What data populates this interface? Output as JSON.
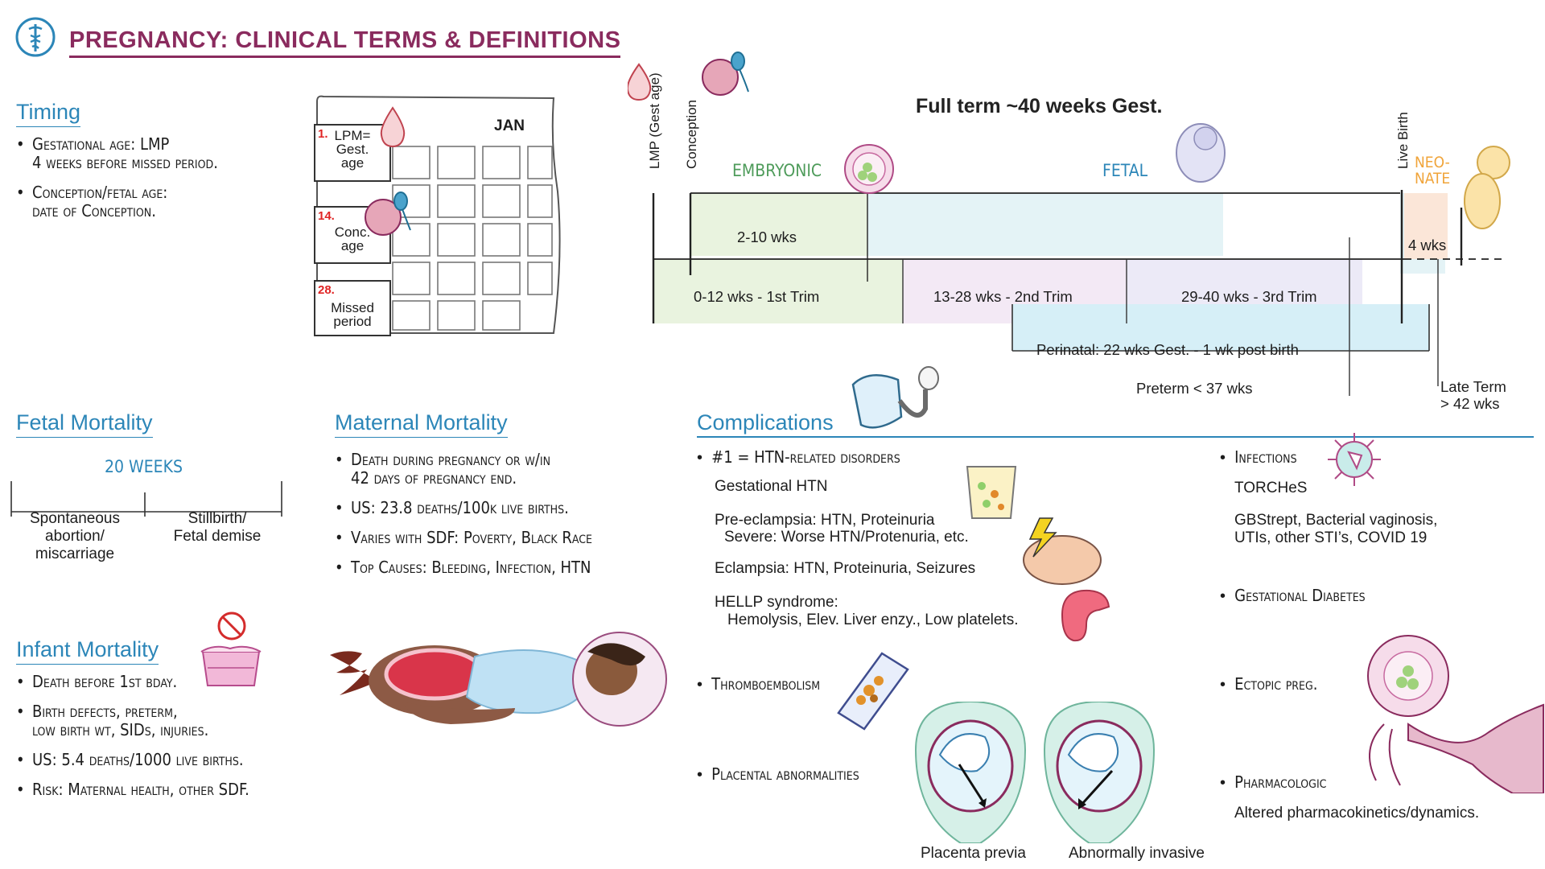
{
  "title": "PREGNANCY: CLINICAL TERMS & DEFINITIONS",
  "timing": {
    "heading": "Timing",
    "items": [
      {
        "line1": "Gestational age: LMP",
        "line2": "4 weeks before missed period."
      },
      {
        "line1": "Conception/fetal age:",
        "line2": "date of Conception."
      }
    ]
  },
  "calendar": {
    "month": "JAN",
    "day1_num": "1.",
    "day1_l1": "LPM=",
    "day1_l2": "Gest.",
    "day1_l3": "age",
    "day14_num": "14.",
    "day14_l1": "Conc.",
    "day14_l2": "age",
    "day28_num": "28.",
    "day28_l1": "Missed",
    "day28_l2": "period"
  },
  "timeline": {
    "lmp_label": "LMP (Gest age)",
    "conception_label": "Conception",
    "live_birth_label": "Live Birth",
    "full_term": "Full term ~40 weeks Gest.",
    "embryonic": "EMBRYONIC",
    "fetal": "FETAL",
    "neonate_l1": "NEO-",
    "neonate_l2": "NATE",
    "embryonic_range": "2-10 wks",
    "neonate_range": "4 wks",
    "trim1": "0-12 wks - 1st Trim",
    "trim2": "13-28 wks - 2nd Trim",
    "trim3": "29-40 wks - 3rd Trim",
    "perinatal": "Perinatal: 22 wks Gest. - 1 wk post birth",
    "preterm": "Preterm < 37 wks",
    "late_term_l1": "Late Term",
    "late_term_l2": "> 42 wks"
  },
  "fetal_mortality": {
    "heading": "Fetal Mortality",
    "marker": "20 WEEKS",
    "left_l1": "Spontaneous",
    "left_l2": "abortion/",
    "left_l3": "miscarriage",
    "right_l1": "Stillbirth/",
    "right_l2": "Fetal demise"
  },
  "infant_mortality": {
    "heading": "Infant Mortality",
    "items": [
      {
        "line1": "Death before 1st bday.",
        "line2": ""
      },
      {
        "line1": "Birth defects, preterm,",
        "line2": "low birth wt, SIDs, injuries."
      },
      {
        "line1": "US: 5.4 deaths/1000 live births.",
        "line2": ""
      },
      {
        "line1": "Risk: Maternal health, other SDF.",
        "line2": ""
      }
    ]
  },
  "maternal_mortality": {
    "heading": "Maternal Mortality",
    "items": [
      {
        "line1": "Death during pregnancy or w/in",
        "line2": "42 days of pregnancy end."
      },
      {
        "line1": "US: 23.8 deaths/100k live births.",
        "line2": ""
      },
      {
        "line1": "Varies with SDF: Poverty, Black Race",
        "line2": ""
      },
      {
        "line1": "Top Causes: Bleeding, Infection, HTN",
        "line2": ""
      }
    ]
  },
  "complications": {
    "heading": "Complications",
    "htn_heading": "#1 = HTN-related disorders",
    "gest_htn": "Gestational HTN",
    "preeclampsia": "Pre-eclampsia: HTN, Proteinuria",
    "severe": "Severe: Worse HTN/Protenuria, etc.",
    "eclampsia": "Eclampsia: HTN, Proteinuria, Seizures",
    "hellp": "HELLP syndrome:",
    "hellp_detail": "Hemolysis, Elev. Liver enzy., Low platelets.",
    "thrombo": "Thromboembolism",
    "placental": "Placental abnormalities",
    "placenta_previa": "Placenta previa",
    "abnormally_invasive": "Abnormally invasive",
    "infections": "Infections",
    "torches": "TORCHeS",
    "infection_list_l1": "GBStrept, Bacterial vaginosis,",
    "infection_list_l2": "UTIs, other STI’s, COVID 19",
    "gest_diabetes": "Gestational Diabetes",
    "ectopic": "Ectopic preg.",
    "pharmacologic": "Pharmacologic",
    "pharmacologic_detail": "Altered pharmacokinetics/dynamics."
  },
  "colors": {
    "title": "#8a2b5e",
    "heading": "#2c86b8",
    "embryonic_green": "#e9f3df",
    "fetal_blue": "#e4f3f6",
    "trim2_pink": "#f3e9f5",
    "trim3_lavender": "#eceaf7",
    "perinatal_cyan": "#d6eff7",
    "neonate_peach": "#fbe6d8",
    "neonate_orange": "#f0a43a",
    "red_number": "#e02424"
  }
}
